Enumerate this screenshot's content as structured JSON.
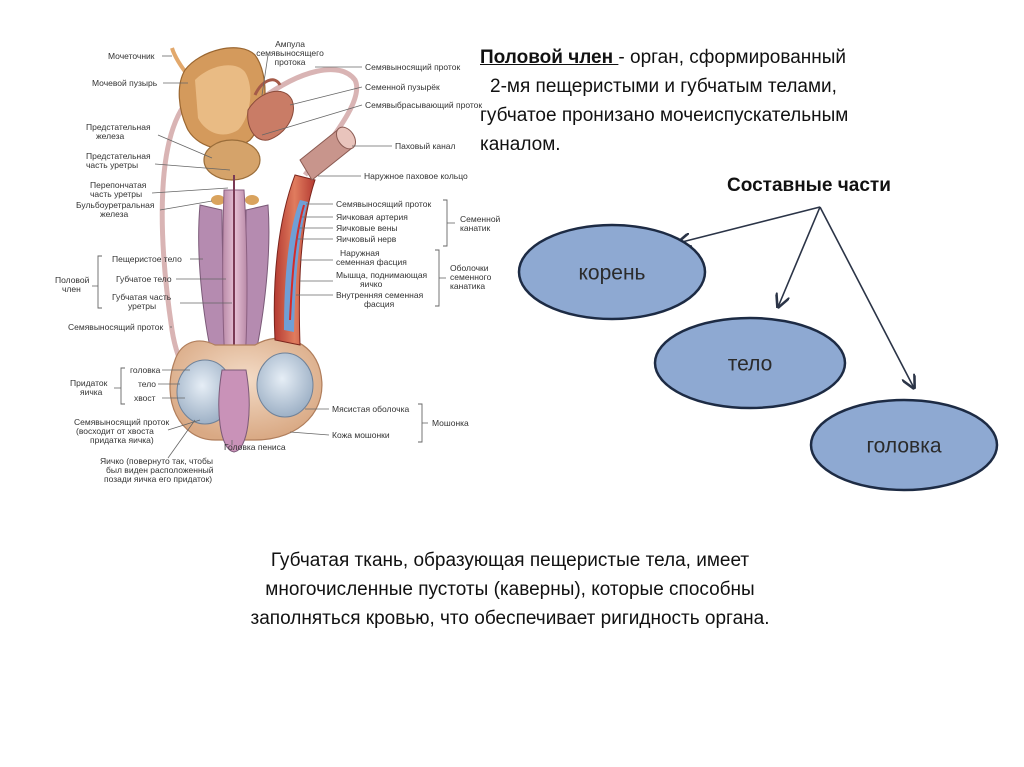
{
  "definition": {
    "term": "Половой член ",
    "line1_rest": "-  орган,  сформированный",
    "line2": "2-мя пещеристыми и губчатым телами,",
    "line3": "губчатое пронизано мочеиспускательным",
    "line4": "каналом."
  },
  "parts": {
    "heading": "Составные части",
    "items": [
      "корень",
      "тело",
      "головка"
    ]
  },
  "bottom": {
    "line1": "Губчатая  ткань, образующая пещеристые тела, имеет",
    "line2": "многочисленные пустоты (каверны), которые способны",
    "line3": "заполняться кровью, что обеспечивает ригидность органа."
  },
  "anatomy_labels": {
    "ureter": "Мочеточник",
    "bladder": "Мочевой пузырь",
    "prostate_1": "Предстательная",
    "prostate_2": "железа",
    "prostatic_urethra_1": "Предстательная",
    "prostatic_urethra_2": "часть уретры",
    "membranous_urethra_1": "Перепончатая",
    "membranous_urethra_2": "часть уретры",
    "bulbourethral_1": "Бульбоуретральная",
    "bulbourethral_2": "железа",
    "penis_1": "Половой",
    "penis_2": "член",
    "cavernous_body": "Пещеристое тело",
    "spongy_body": "Губчатое тело",
    "spongy_urethra_1": "Губчатая часть",
    "spongy_urethra_2": "уретры",
    "vas_deferens_left": "Семявыносящий проток",
    "epididymis_1": "Придаток",
    "epididymis_2": "яичка",
    "head": "головка",
    "body": "тело",
    "tail": "хвост",
    "vas_ascending_1": "Семявыносящий проток",
    "vas_ascending_2": "(восходит от хвоста",
    "vas_ascending_3": "придатка яичка)",
    "glans": "Головка пениса",
    "testis_1": "Яичко (повернуто так, чтобы",
    "testis_2": "был виден расположенный",
    "testis_3": "позади яичка его придаток)",
    "ampulla_1": "Ампула",
    "ampulla_2": "семявыносящего",
    "ampulla_3": "протока",
    "vas_top": "Семявыносящий проток",
    "seminal_vesicle": "Семенной пузырёк",
    "ejaculatory_duct": "Семявыбрасывающий проток",
    "inguinal_canal": "Паховый канал",
    "inguinal_ring": "Наружное паховое кольцо",
    "vas_right": "Семявыносящий проток",
    "testicular_artery": "Яичковая артерия",
    "testicular_veins": "Яичковые вены",
    "testicular_nerve": "Яичковый нерв",
    "spermatic_cord_1": "Семенной",
    "spermatic_cord_2": "канатик",
    "ext_fascia_1": "Наружная",
    "ext_fascia_2": "семенная фасция",
    "cremaster_1": "Мышца, поднимающая",
    "cremaster_2": "яичко",
    "int_fascia_1": "Внутренняя семенная",
    "int_fascia_2": "фасция",
    "cord_coverings_1": "Оболочки",
    "cord_coverings_2": "семенного",
    "cord_coverings_3": "канатика",
    "dartos": "Мясистая оболочка",
    "scrotum_skin": "Кожа мошонки",
    "scrotum": "Мошонка"
  }
}
